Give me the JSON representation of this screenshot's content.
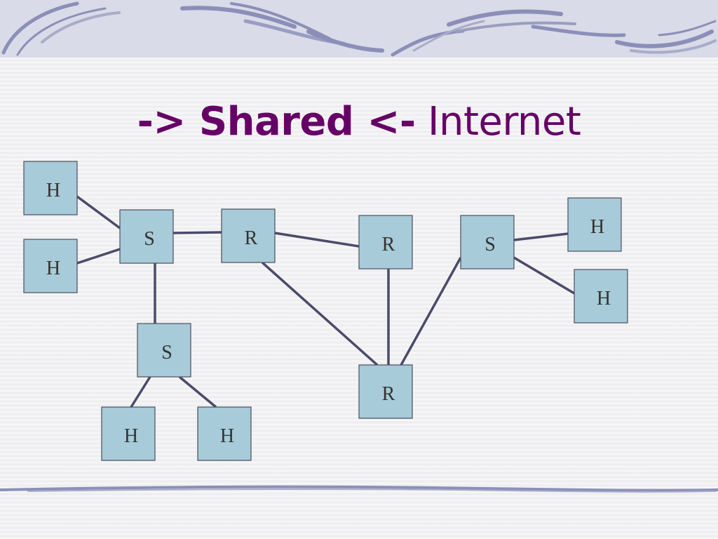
{
  "title": {
    "part1": "-> Shared <-",
    "part2": "Internet"
  },
  "colors": {
    "title": "#660066",
    "node_fill": "#a7cbd8",
    "node_border": "#4d4d5e",
    "edge": "#4a4a6a",
    "band": "#dadbe8",
    "swoosh": "#8b8fb8"
  },
  "diagram": {
    "nodes": [
      {
        "id": "h1",
        "label": "H"
      },
      {
        "id": "h2",
        "label": "H"
      },
      {
        "id": "s1",
        "label": "S"
      },
      {
        "id": "r1",
        "label": "R"
      },
      {
        "id": "r2",
        "label": "R"
      },
      {
        "id": "s2",
        "label": "S"
      },
      {
        "id": "h3",
        "label": "H"
      },
      {
        "id": "h4",
        "label": "H"
      },
      {
        "id": "s3",
        "label": "S"
      },
      {
        "id": "h5",
        "label": "H"
      },
      {
        "id": "h6",
        "label": "H"
      },
      {
        "id": "r3",
        "label": "R"
      }
    ],
    "edges": [
      {
        "from": "h1",
        "to": "s1"
      },
      {
        "from": "h2",
        "to": "s1"
      },
      {
        "from": "s1",
        "to": "r1"
      },
      {
        "from": "s1",
        "to": "s3"
      },
      {
        "from": "r1",
        "to": "r2"
      },
      {
        "from": "r1",
        "to": "r3"
      },
      {
        "from": "r2",
        "to": "r3"
      },
      {
        "from": "r3",
        "to": "s2"
      },
      {
        "from": "s2",
        "to": "h3"
      },
      {
        "from": "s2",
        "to": "h4"
      },
      {
        "from": "s3",
        "to": "h5"
      },
      {
        "from": "s3",
        "to": "h6"
      }
    ]
  }
}
